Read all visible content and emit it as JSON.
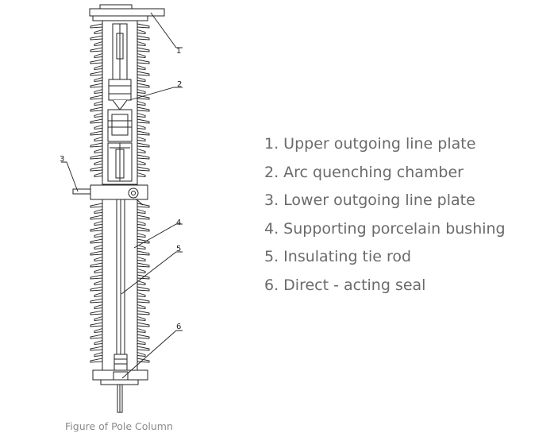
{
  "legend": {
    "items": [
      "1. Upper outgoing line plate",
      "2. Arc quenching chamber",
      "3. Lower outgoing line plate",
      "4. Supporting porcelain bushing",
      "5. Insulating tie rod",
      "6. Direct - acting seal"
    ]
  },
  "caption": "Figure of Pole Column",
  "callouts": [
    "1",
    "2",
    "3",
    "4",
    "5",
    "6"
  ]
}
